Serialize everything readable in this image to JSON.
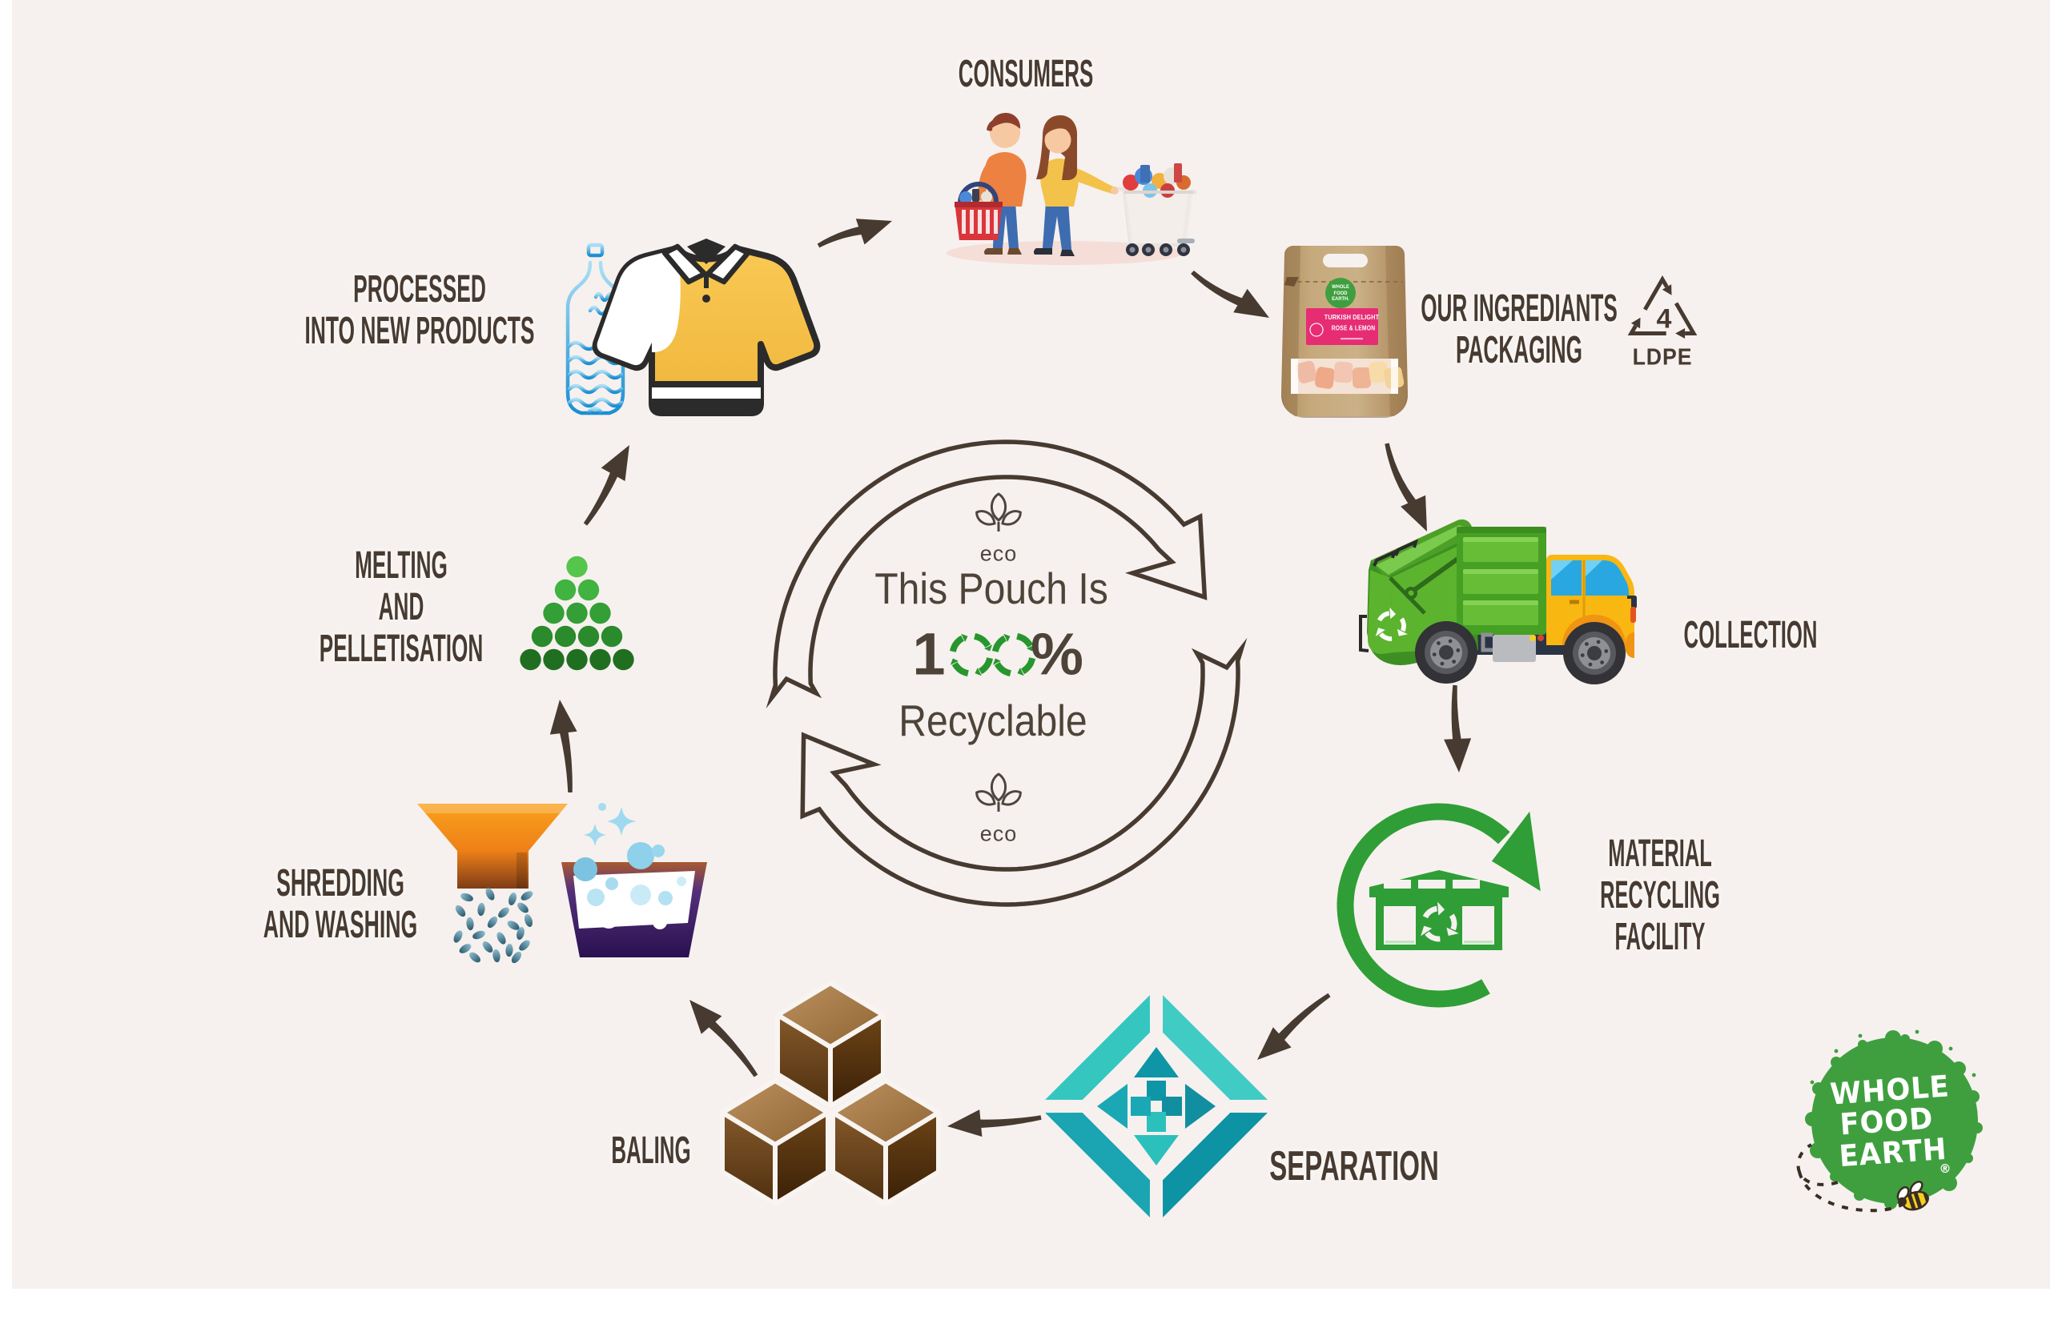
{
  "colors": {
    "background": "#f6f1ee",
    "ink": "#473a31",
    "green": "#2f9e36",
    "teal": "#1fb0ba",
    "kraft": "#c6aa7d",
    "pink_label": "#e62d74",
    "logo_green": "#3f9f3f",
    "truck_green": "#5cb42e",
    "cab_yellow": "#f9b712"
  },
  "stages": {
    "consumers": {
      "label": "CONSUMERS"
    },
    "packaging": {
      "label": "OUR INGREDIANTS\nPACKAGING",
      "ldpe_number": "4",
      "ldpe_code": "LDPE"
    },
    "collection": {
      "label": "COLLECTION"
    },
    "mrf": {
      "label": "MATERIAL\nRECYCLING\nFACILITY"
    },
    "separation": {
      "label": "SEPARATION"
    },
    "baling": {
      "label": "BALING"
    },
    "shredding": {
      "label": "SHREDDING\nAND WASHING"
    },
    "melting": {
      "label": "MELTING\nAND\nPELLETISATION"
    },
    "processed": {
      "label": "PROCESSED\nINTO NEW PRODUCTS"
    }
  },
  "center": {
    "eco_top": "eco",
    "eco_bottom": "eco",
    "line1": "This Pouch Is",
    "percent_one": "1",
    "percent_sign": "%",
    "line3": "Recyclable"
  },
  "pouch": {
    "brand": "WHOLE FOOD EARTH.",
    "label_line1": "TURKISH DELIGHT",
    "label_line2": "ROSE & LEMON"
  },
  "logo": {
    "line1": "WHOLE",
    "line2": "FOOD",
    "line3": "EARTH",
    "reg": "®"
  }
}
